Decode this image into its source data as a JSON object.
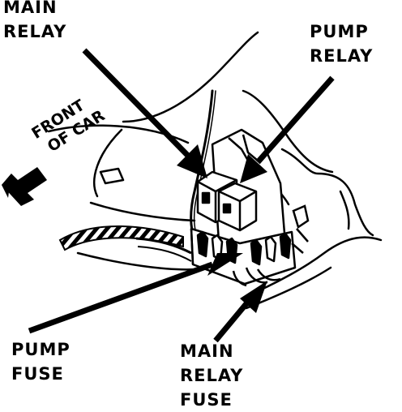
{
  "labels": {
    "main_relay": [
      "MAIN",
      "RELAY"
    ],
    "pump_relay": [
      "PUMP",
      "RELAY"
    ],
    "pump_fuse": [
      "PUMP",
      "FUSE"
    ],
    "main_relay_fuse": [
      "MAIN",
      "RELAY",
      "FUSE"
    ],
    "front_of_car": [
      "FRONT",
      "OF CAR"
    ]
  },
  "colors": {
    "ink": "#000000",
    "paper": "#ffffff"
  },
  "icons": {
    "direction": "front-arrow-icon"
  }
}
